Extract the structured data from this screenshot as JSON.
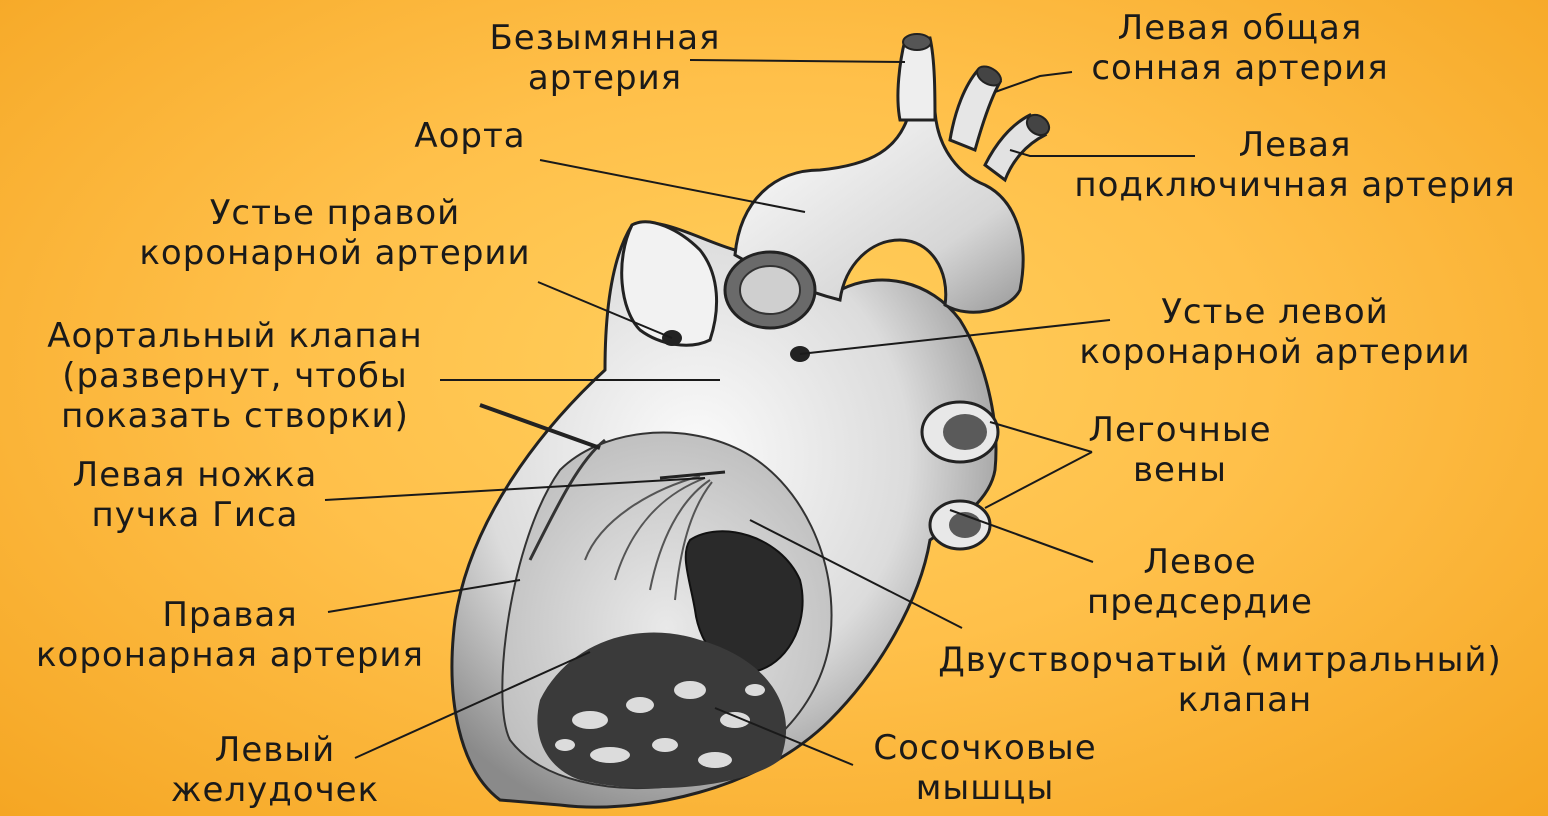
{
  "labels": {
    "innominate": [
      "Безымянная",
      "артерия"
    ],
    "aorta": [
      "Аорта"
    ],
    "right_coronary_ostium": [
      "Устье правой",
      "коронарной артерии"
    ],
    "aortic_valve": [
      "Аортальный клапан",
      "(развернут, чтобы",
      "показать створки)"
    ],
    "left_bundle": [
      "Левая ножка",
      "пучка Гиса"
    ],
    "right_coronary": [
      "Правая",
      "коронарная артерия"
    ],
    "left_ventricle": [
      "Левый",
      "желудочек"
    ],
    "left_common_carotid": [
      "Левая общая",
      "сонная артерия"
    ],
    "left_subclavian": [
      "Левая",
      "подключичная артерия"
    ],
    "left_coronary_ostium": [
      "Устье левой",
      "коронарной артерии"
    ],
    "pulmonary_veins": [
      "Легочные",
      "вены"
    ],
    "left_atrium": [
      "Левое",
      "предсердие"
    ],
    "mitral_valve": [
      "Двустворчатый (митральный)",
      "клапан"
    ],
    "papillary_muscles": [
      "Сосочковые",
      "мышцы"
    ]
  },
  "colors": {
    "background_center": "#ffcf5c",
    "background_edge": "#f5a623",
    "text": "#1a1a1a",
    "heart_light": "#f4f4f4",
    "heart_mid": "#b8b8b8",
    "heart_dark": "#2a2a2a"
  }
}
